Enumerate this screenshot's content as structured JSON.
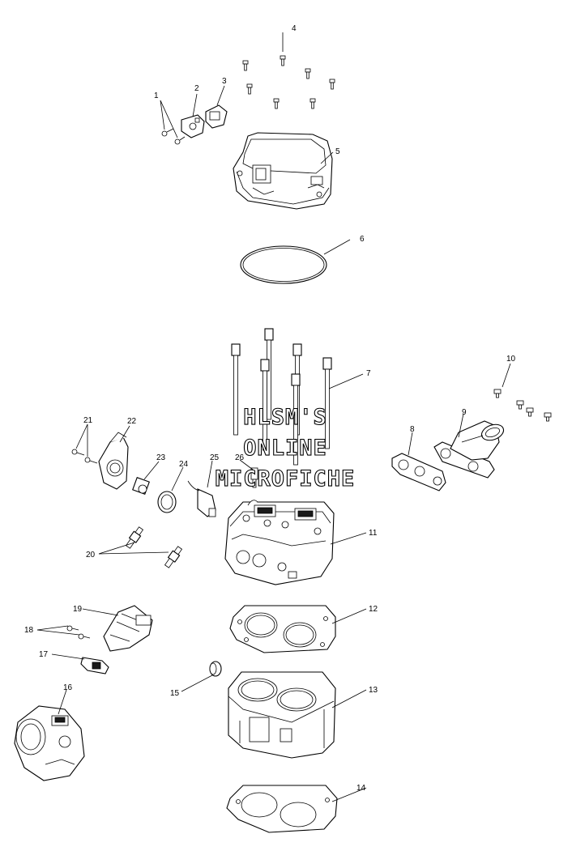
{
  "watermark": {
    "line1": "HLSM'S",
    "line2": "ONLINE",
    "line3": "MICROFICHE"
  },
  "callouts": [
    "1",
    "2",
    "3",
    "4",
    "5",
    "6",
    "7",
    "8",
    "9",
    "10",
    "11",
    "12",
    "13",
    "14",
    "15",
    "16",
    "17",
    "18",
    "19",
    "20",
    "21",
    "22",
    "23",
    "24",
    "25",
    "26"
  ]
}
